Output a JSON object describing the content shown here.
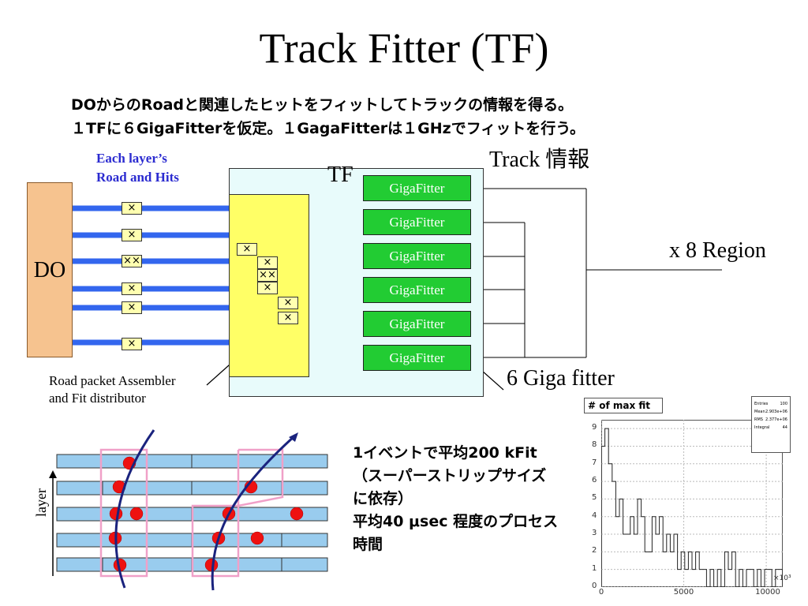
{
  "title": "Track Fitter (TF)",
  "description_lines": [
    "DOからのRoadと関連したヒットをフィットしてトラックの情報を得る。",
    "１TFに６GigaFitterを仮定。１GagaFitterは１GHzでフィットを行う。"
  ],
  "do_label": "DO",
  "tf_label": "TF",
  "road_hits_label": [
    "Each layer’s",
    "Road and Hits"
  ],
  "track_info_label": "Track 情報",
  "region_label": "x 8 Region",
  "giga_fitter_count_label": "6 Giga fitter",
  "assembler_label": [
    "Road packet Assembler",
    "and Fit distributor"
  ],
  "giga_fitters": [
    "GigaFitter",
    "GigaFitter",
    "GigaFitter",
    "GigaFitter",
    "GigaFitter",
    "GigaFitter"
  ],
  "hit_marks": {
    "single": "×",
    "double": "××"
  },
  "layer_axis_label": "layer",
  "event_notes": [
    "1イベントで平均200 kFit",
    "（スーパーストリップサイズ",
    "に依存）",
    "平均40 μsec 程度のプロセス",
    "時間"
  ],
  "colors": {
    "do_fill": "#f6c38f",
    "tf_fill": "#e8fbfb",
    "assembler_fill": "#ffff66",
    "giga_fitter_fill": "#22cc33",
    "bus_line": "#3366ee",
    "layer_strip": "#99ccee",
    "hit_dot": "#ee1111",
    "track_curve": "#1a237e",
    "road_outline": "#f0a0c8",
    "label_blue": "#2b2bd0"
  },
  "chart_data": {
    "type": "bar",
    "title": "# of max fit",
    "x_ticks": [
      "0",
      "5000",
      "10000"
    ],
    "x_multiplier_label": "×10³",
    "y_ticks": [
      "0",
      "1",
      "2",
      "3",
      "4",
      "5",
      "6",
      "7",
      "8",
      "9"
    ],
    "xlim": [
      0,
      11000
    ],
    "ylim": [
      0,
      9.5
    ],
    "bin_width": 220,
    "values": [
      8,
      9,
      7,
      6,
      4,
      5,
      3,
      3,
      4,
      3,
      5,
      4,
      2,
      2,
      4,
      3,
      4,
      2,
      3,
      2,
      3,
      1,
      2,
      1,
      2,
      1,
      2,
      1,
      1,
      0,
      1,
      0,
      1,
      0,
      2,
      1,
      2,
      0,
      1,
      0,
      1,
      1,
      0,
      1,
      0,
      1,
      1,
      0,
      1,
      1
    ],
    "stats": [
      {
        "label": "Entries",
        "value": "100"
      },
      {
        "label": "Mean",
        "value": "2.903e+06"
      },
      {
        "label": "RMS",
        "value": "2.377e+06"
      },
      {
        "label": "Integral",
        "value": "44"
      }
    ],
    "grid": true
  }
}
